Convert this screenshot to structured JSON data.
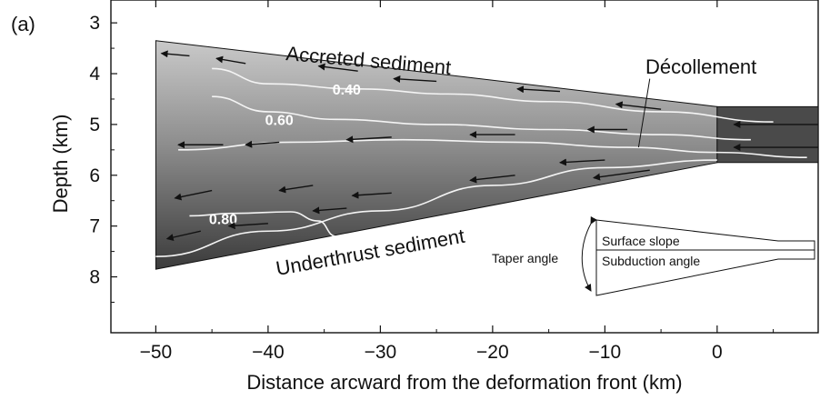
{
  "panel_label": "(a)",
  "axes": {
    "xlabel": "Distance arcward from the deformation front (km)",
    "ylabel": "Depth (km)",
    "x_ticks": [
      -50,
      -40,
      -30,
      -20,
      -10,
      0
    ],
    "y_ticks": [
      3,
      4,
      5,
      6,
      7,
      8
    ],
    "xlim": [
      -54,
      9
    ],
    "ylim": [
      9.1,
      2.55
    ]
  },
  "wedge": {
    "top_left": [
      -50,
      3.35
    ],
    "top_right": [
      0,
      4.65
    ],
    "bottom_left": [
      -50,
      7.85
    ],
    "bottom_right": [
      0,
      5.75
    ],
    "incoming_top": 4.65,
    "incoming_bottom": 5.75
  },
  "labels": {
    "accreted": "Accreted sediment",
    "underthrust": "Underthrust sediment",
    "decollement": "Décollement"
  },
  "contours": [
    {
      "label": "0.40",
      "label_pos": [
        -33,
        4.3
      ],
      "points": [
        [
          -45,
          3.9
        ],
        [
          -40,
          4.2
        ],
        [
          -32,
          4.3
        ],
        [
          -24,
          4.4
        ],
        [
          -15,
          4.55
        ],
        [
          -5,
          4.75
        ],
        [
          5,
          4.95
        ]
      ]
    },
    {
      "label": "0.60",
      "label_pos": [
        -39,
        4.9
      ],
      "points": [
        [
          -45,
          4.45
        ],
        [
          -40,
          4.75
        ],
        [
          -34,
          4.9
        ],
        [
          -25,
          5.0
        ],
        [
          -15,
          5.1
        ],
        [
          -5,
          5.2
        ],
        [
          3,
          5.3
        ]
      ]
    },
    {
      "label": "",
      "label_pos": null,
      "points": [
        [
          -48,
          5.5
        ],
        [
          -38,
          5.35
        ],
        [
          -28,
          5.3
        ],
        [
          -18,
          5.35
        ],
        [
          -8,
          5.45
        ],
        [
          0,
          5.55
        ],
        [
          8,
          5.65
        ]
      ]
    },
    {
      "label": "0.80",
      "label_pos": [
        -44,
        6.85
      ],
      "points": [
        [
          -47,
          6.8
        ],
        [
          -43,
          6.75
        ],
        [
          -38,
          6.72
        ],
        [
          -35.5,
          6.9
        ],
        [
          -34,
          7.2
        ]
      ]
    },
    {
      "label": "",
      "label_pos": null,
      "points": [
        [
          -50,
          7.6
        ],
        [
          -40,
          7.1
        ],
        [
          -30,
          6.7
        ],
        [
          -20,
          6.2
        ],
        [
          -10,
          5.85
        ],
        [
          0,
          5.7
        ]
      ]
    }
  ],
  "arrows": [
    [
      -47,
      3.65,
      -49.5,
      3.6
    ],
    [
      -42,
      3.8,
      -44.6,
      3.7
    ],
    [
      -32,
      3.95,
      -35.5,
      3.85
    ],
    [
      -25,
      4.15,
      -28.8,
      4.1
    ],
    [
      -14,
      4.35,
      -17.8,
      4.3
    ],
    [
      -5,
      4.7,
      -9,
      4.6
    ],
    [
      9,
      5.0,
      1.5,
      5.0
    ],
    [
      -44,
      5.4,
      -48,
      5.4
    ],
    [
      -39,
      5.35,
      -42,
      5.4
    ],
    [
      -29,
      5.25,
      -33,
      5.3
    ],
    [
      -18,
      5.2,
      -22,
      5.2
    ],
    [
      -8,
      5.1,
      -11.5,
      5.1
    ],
    [
      9,
      5.45,
      1.5,
      5.45
    ],
    [
      -45,
      6.3,
      -48.3,
      6.45
    ],
    [
      -36,
      6.2,
      -39,
      6.3
    ],
    [
      -29,
      6.35,
      -32.5,
      6.4
    ],
    [
      -18,
      6.0,
      -22,
      6.1
    ],
    [
      -10,
      5.7,
      -14,
      5.75
    ],
    [
      -6,
      5.9,
      -11,
      6.05
    ],
    [
      -46,
      7.1,
      -49,
      7.25
    ],
    [
      -40,
      6.95,
      -43.5,
      7.0
    ],
    [
      -33,
      6.65,
      -36,
      6.7
    ]
  ],
  "decollement_leader": [
    [
      -7,
      5.45
    ],
    [
      -6,
      4.1
    ]
  ],
  "inset": {
    "surface_slope": "Surface slope",
    "subduction_angle": "Subduction angle",
    "taper_angle": "Taper angle"
  }
}
